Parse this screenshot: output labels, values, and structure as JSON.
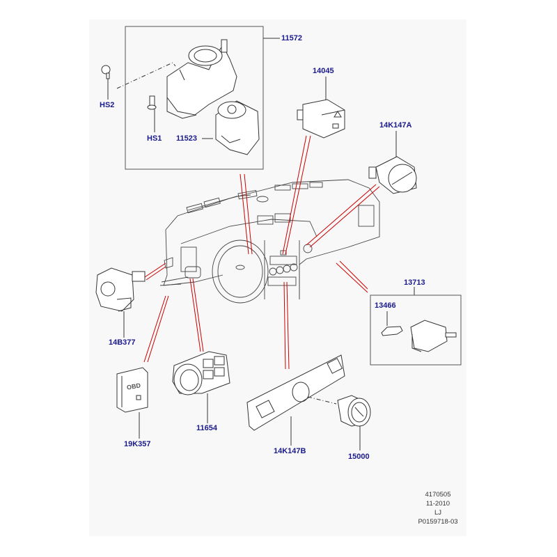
{
  "diagram": {
    "title": "Dashboard switches and clock parts diagram",
    "accent_label_color": "#1a1a8c",
    "leader_color": "#cc0000",
    "parts": [
      {
        "id": "11572",
        "label": "11572",
        "description": "ignition switch housing assembly (boxed group)"
      },
      {
        "id": "11523",
        "label": "11523",
        "description": "ignition switch"
      },
      {
        "id": "HS1",
        "label": "HS1",
        "description": "screw"
      },
      {
        "id": "HS2",
        "label": "HS2",
        "description": "shear bolt"
      },
      {
        "id": "14045",
        "label": "14045",
        "description": "hazard warning switch"
      },
      {
        "id": "14K147A",
        "label": "14K147A",
        "description": "round switch / socket"
      },
      {
        "id": "13713",
        "label": "13713",
        "description": "switch assembly (boxed group)"
      },
      {
        "id": "13466",
        "label": "13466",
        "description": "bulb"
      },
      {
        "id": "14B377",
        "label": "14B377",
        "description": "headlamp levelling switch"
      },
      {
        "id": "19K357",
        "label": "19K357",
        "description": "OBD connector cover"
      },
      {
        "id": "11654",
        "label": "11654",
        "description": "headlamp switch"
      },
      {
        "id": "14K147B",
        "label": "14K147B",
        "description": "centre console switch panel"
      },
      {
        "id": "15000",
        "label": "15000",
        "description": "clock"
      }
    ],
    "obd_text": "OBD",
    "footer": {
      "line1": "4170505",
      "line2": "11-2010",
      "line3": "LJ",
      "line4": "P0159718-03"
    }
  }
}
